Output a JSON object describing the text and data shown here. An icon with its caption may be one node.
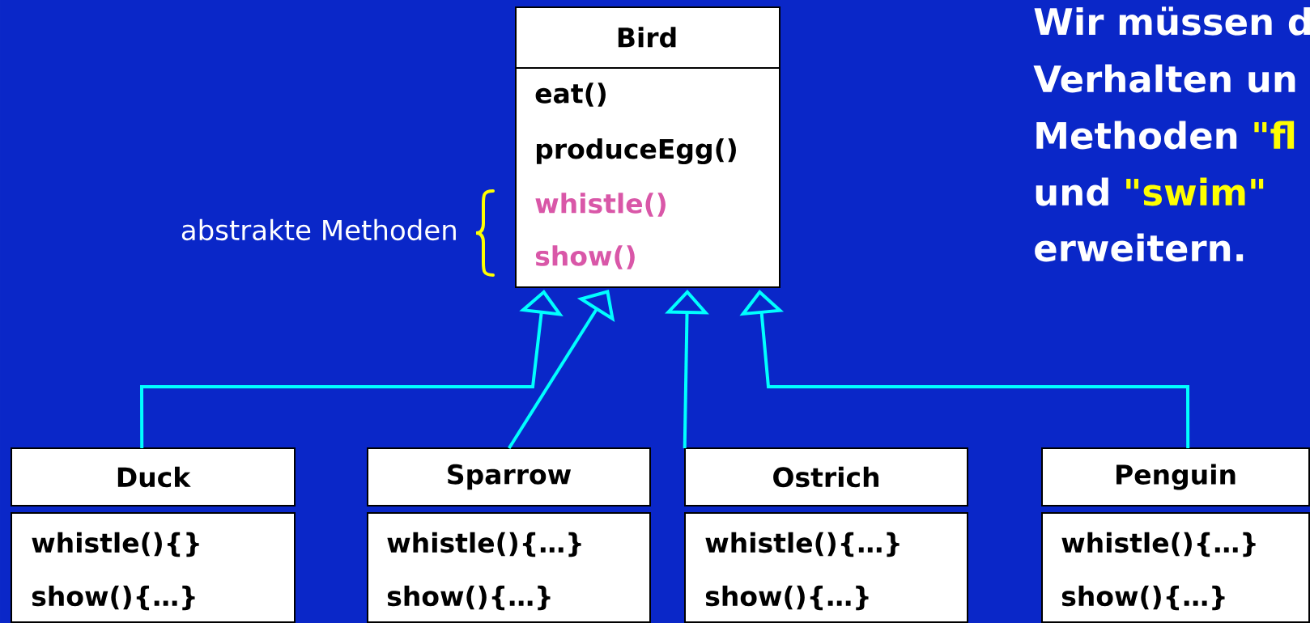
{
  "diagram": {
    "nodes": [
      {
        "text": [
          "Bird",
          "eat()",
          "produceEgg()",
          "whistle()",
          "show()"
        ]
      },
      {
        "text": [
          "Duck",
          "whistle(){}",
          "show(){…}"
        ]
      },
      {
        "text": [
          "Sparrow",
          "whistle(){…}",
          "show(){…}"
        ]
      },
      {
        "text": [
          "Ostrich",
          "whistle(){…}",
          "show(){…}"
        ]
      },
      {
        "text": [
          "Penguin",
          "whistle(){…}",
          "show(){…}"
        ]
      }
    ],
    "edges": [
      {
        "from": 1,
        "to": 0,
        "arrow": "to"
      },
      {
        "from": 2,
        "to": 0,
        "arrow": "to"
      },
      {
        "from": 3,
        "to": 0,
        "arrow": "to"
      },
      {
        "from": 4,
        "to": 0,
        "arrow": "to"
      }
    ],
    "labels": [
      "abstrakte Methoden",
      "Wir müssen d",
      "Verhalten un",
      "Methoden",
      "\"fl",
      "und",
      "\"swim\"",
      "erweitern."
    ]
  }
}
